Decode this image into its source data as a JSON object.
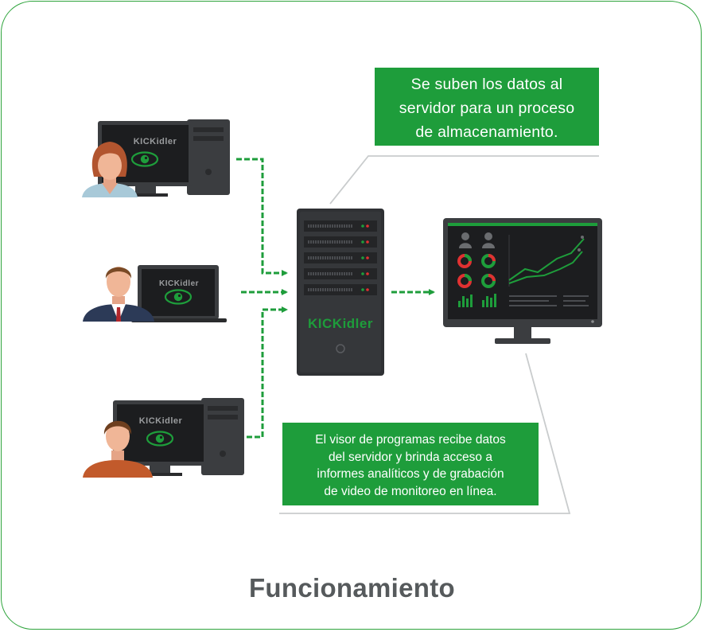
{
  "brand": {
    "logo_text": "KICKidler",
    "accent_color": "#1e9d3b",
    "frame_color": "#2ea43c"
  },
  "callouts": {
    "top": {
      "lines": [
        "Se suben los datos al",
        "servidor para un proceso",
        "de almacenamiento."
      ]
    },
    "bottom": {
      "lines": [
        "El visor de programas recibe datos",
        "del servidor y brinda acceso a",
        "informes analíticos y de grabación",
        "de video de monitoreo en línea."
      ]
    }
  },
  "footer": {
    "title": "Funcionamiento"
  },
  "icons": [
    "woman-user-icon",
    "man-user-icon",
    "young-man-user-icon",
    "eye-icon",
    "server-icon",
    "monitor-icon",
    "dashboard-chart-icon"
  ]
}
